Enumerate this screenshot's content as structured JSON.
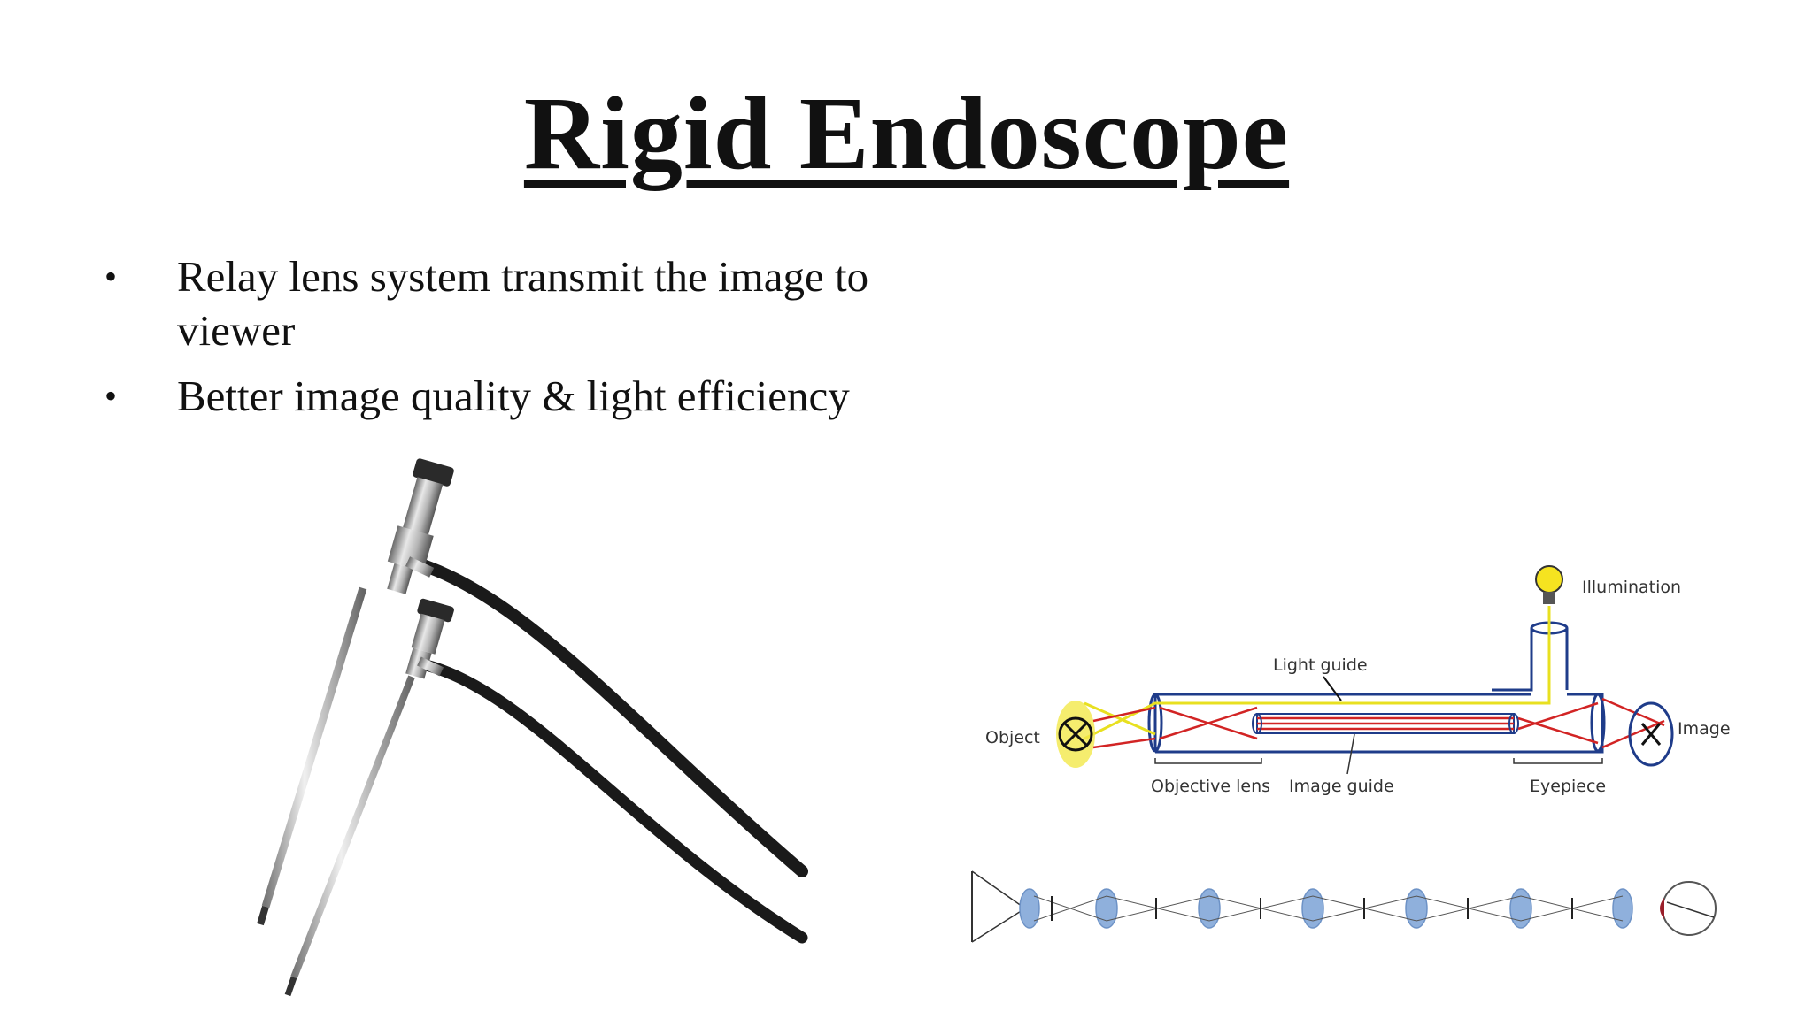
{
  "slide": {
    "title": "Rigid Endoscope",
    "bullets": [
      "Relay lens system transmit the image to viewer",
      "Better image quality & light efficiency"
    ]
  },
  "diagram": {
    "labels": {
      "illumination": "Illumination",
      "light_guide": "Light guide",
      "object": "Object",
      "image": "Image",
      "objective_lens": "Objective lens",
      "image_guide": "Image guide",
      "eyepiece": "Eyepiece"
    }
  },
  "colors": {
    "tube_outline": "#1f3c8a",
    "light_path": "#e8e020",
    "image_path": "#d22424",
    "lens_fill": "#8fb0dc",
    "cable": "#1a1a1a"
  }
}
